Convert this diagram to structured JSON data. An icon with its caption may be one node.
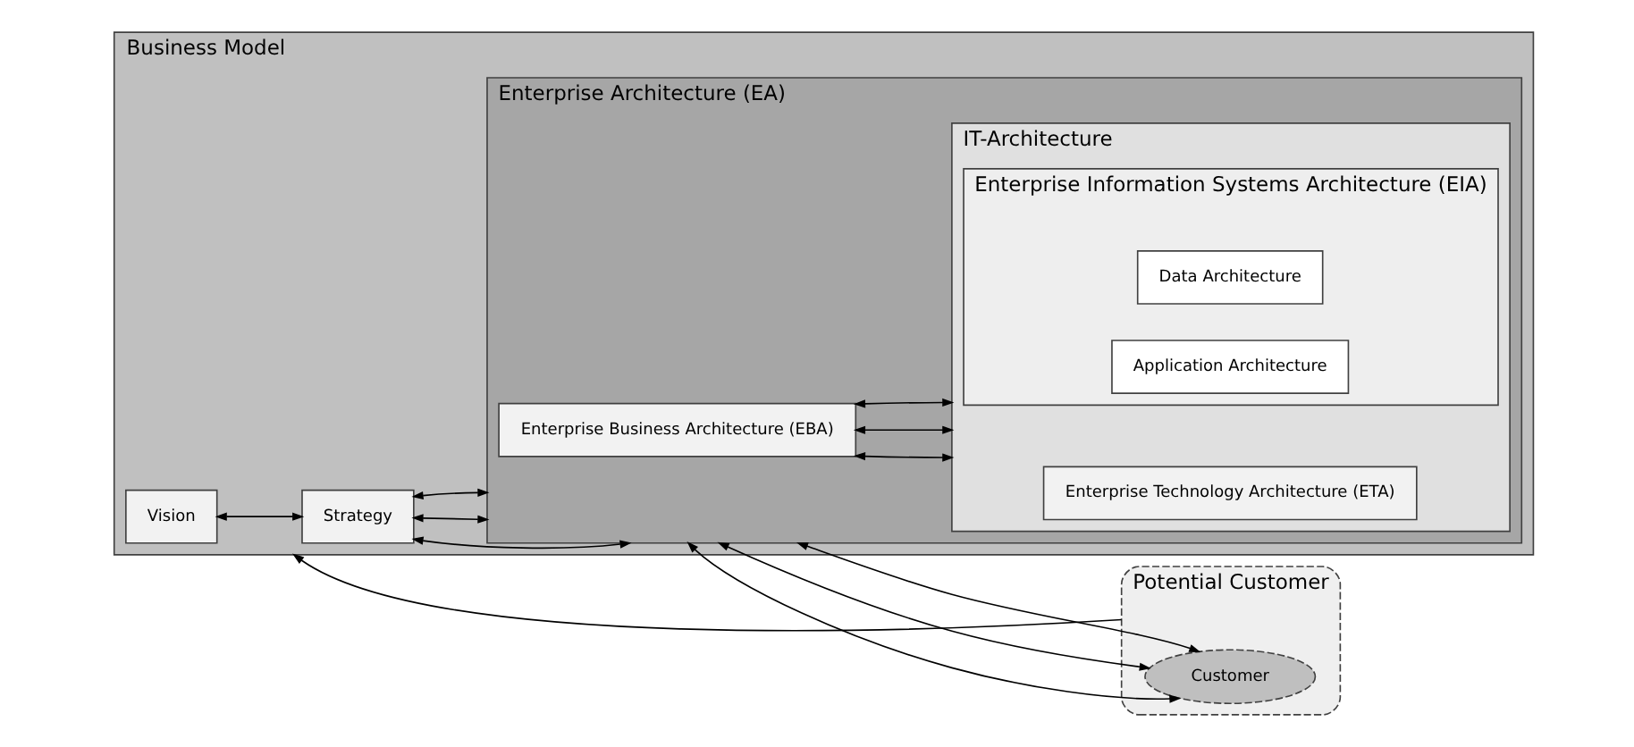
{
  "diagram": {
    "nodes": [
      {
        "text": [
          "Business Model"
        ]
      },
      {
        "text": [
          "Vision"
        ],
        "in": 0
      },
      {
        "text": [
          "Strategy"
        ],
        "in": 0
      },
      {
        "text": [
          "Enterprise Architecture (EA)"
        ],
        "in": 0
      },
      {
        "text": [
          "Enterprise Business Architecture (EBA)"
        ],
        "in": 3
      },
      {
        "text": [
          "IT-Architecture"
        ],
        "in": 3
      },
      {
        "text": [
          "Enterprise Information Systems Architecture (EIA)"
        ],
        "in": 5
      },
      {
        "text": [
          "Data Architecture"
        ],
        "in": 6
      },
      {
        "text": [
          "Application Architecture"
        ],
        "in": 6
      },
      {
        "text": [
          "Enterprise Technology Architecture (ETA)"
        ],
        "in": 5
      },
      {
        "text": [
          "Potential Customer"
        ]
      },
      {
        "text": [
          "Customer"
        ],
        "in": 10
      }
    ],
    "edges": [
      {
        "from": 10,
        "to": 0,
        "arrow": "to"
      },
      {
        "from": 1,
        "to": 2,
        "arrow": "both"
      },
      {
        "from": 2,
        "to": 3,
        "arrow": "both"
      },
      {
        "from": 2,
        "to": 3,
        "arrow": "both"
      },
      {
        "from": 2,
        "to": 3,
        "arrow": "both"
      },
      {
        "from": 4,
        "to": 5,
        "arrow": "both"
      },
      {
        "from": 4,
        "to": 5,
        "arrow": "both"
      },
      {
        "from": 4,
        "to": 5,
        "arrow": "both"
      },
      {
        "from": 3,
        "to": 11,
        "arrow": "both"
      },
      {
        "from": 3,
        "to": 11,
        "arrow": "both"
      },
      {
        "from": 3,
        "to": 11,
        "arrow": "both"
      }
    ]
  }
}
